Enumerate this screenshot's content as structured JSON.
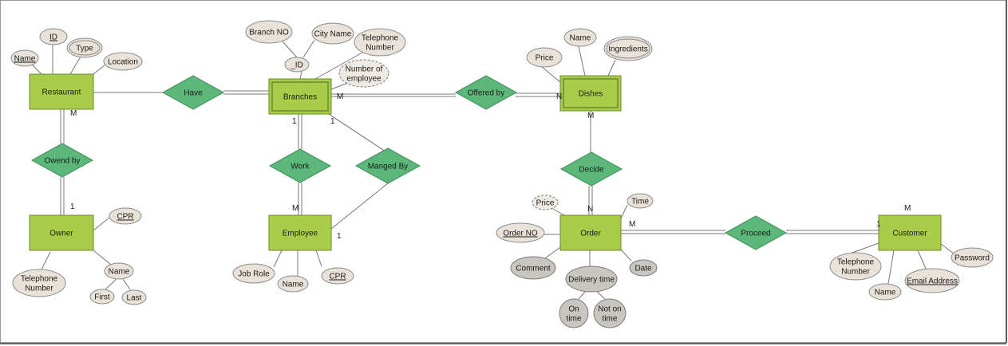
{
  "entities": [
    {
      "id": "restaurant",
      "label": "Restaurant",
      "weak": false
    },
    {
      "id": "branches",
      "label": "Branches",
      "weak": true
    },
    {
      "id": "dishes",
      "label": "Dishes",
      "weak": true
    },
    {
      "id": "owner",
      "label": "Owner",
      "weak": false
    },
    {
      "id": "employee",
      "label": "Employee",
      "weak": false
    },
    {
      "id": "order",
      "label": "Order",
      "weak": false
    },
    {
      "id": "customer",
      "label": "Customer",
      "weak": false
    }
  ],
  "relationships": [
    {
      "id": "have",
      "label": "Have"
    },
    {
      "id": "offered",
      "label": "Offered by"
    },
    {
      "id": "owned",
      "label": "Owend by"
    },
    {
      "id": "work",
      "label": "Work"
    },
    {
      "id": "manged",
      "label": "Manged By"
    },
    {
      "id": "decide",
      "label": "Decide"
    },
    {
      "id": "proceed",
      "label": "Proceed"
    }
  ],
  "attributes": [
    {
      "id": "r_name",
      "lines": [
        "Name"
      ],
      "key": true,
      "style": "normal",
      "multi": false
    },
    {
      "id": "r_id",
      "lines": [
        "ID"
      ],
      "key": true,
      "style": "normal",
      "multi": false
    },
    {
      "id": "r_type",
      "lines": [
        "Type"
      ],
      "key": false,
      "style": "normal",
      "multi": true
    },
    {
      "id": "r_location",
      "lines": [
        "Location"
      ],
      "key": false,
      "style": "normal",
      "multi": false
    },
    {
      "id": "b_branchno",
      "lines": [
        "Branch NO"
      ],
      "key": false,
      "style": "normal",
      "multi": false
    },
    {
      "id": "b_city",
      "lines": [
        "City Name"
      ],
      "key": false,
      "style": "normal",
      "multi": false
    },
    {
      "id": "b_tel",
      "lines": [
        "Telephone",
        "Number"
      ],
      "key": false,
      "style": "normal",
      "multi": false
    },
    {
      "id": "b_id",
      "lines": [
        "_ID"
      ],
      "key": false,
      "style": "normal",
      "multi": false
    },
    {
      "id": "b_numemp",
      "lines": [
        "Number of",
        "employee"
      ],
      "key": false,
      "style": "dashed",
      "multi": false
    },
    {
      "id": "d_price",
      "lines": [
        "Price"
      ],
      "key": false,
      "style": "normal",
      "multi": false
    },
    {
      "id": "d_name",
      "lines": [
        "Name"
      ],
      "key": false,
      "style": "normal",
      "multi": false
    },
    {
      "id": "d_ingr",
      "lines": [
        "Ingredients"
      ],
      "key": false,
      "style": "normal",
      "multi": true
    },
    {
      "id": "o_cpr",
      "lines": [
        "CPR"
      ],
      "key": true,
      "style": "normal",
      "multi": false
    },
    {
      "id": "o_tel",
      "lines": [
        "Telephone",
        "Number"
      ],
      "key": false,
      "style": "normal",
      "multi": false
    },
    {
      "id": "o_name",
      "lines": [
        "Name"
      ],
      "key": false,
      "style": "normal",
      "multi": false
    },
    {
      "id": "o_first",
      "lines": [
        "First"
      ],
      "key": false,
      "style": "normal",
      "multi": false
    },
    {
      "id": "o_last",
      "lines": [
        "Last"
      ],
      "key": false,
      "style": "normal",
      "multi": false
    },
    {
      "id": "e_jobrole",
      "lines": [
        "Job Role"
      ],
      "key": false,
      "style": "normal",
      "multi": false
    },
    {
      "id": "e_name",
      "lines": [
        "Name"
      ],
      "key": false,
      "style": "normal",
      "multi": false
    },
    {
      "id": "e_cpr",
      "lines": [
        "CPR"
      ],
      "key": true,
      "style": "normal",
      "multi": false
    },
    {
      "id": "or_price",
      "lines": [
        "Price"
      ],
      "key": false,
      "style": "dashed",
      "multi": false
    },
    {
      "id": "or_time",
      "lines": [
        "Time"
      ],
      "key": false,
      "style": "normal",
      "multi": false
    },
    {
      "id": "or_orderno",
      "lines": [
        "Order NO"
      ],
      "key": true,
      "style": "normal",
      "multi": false
    },
    {
      "id": "or_comment",
      "lines": [
        "Comment"
      ],
      "key": false,
      "style": "dark",
      "multi": false
    },
    {
      "id": "or_delivery",
      "lines": [
        "Delivery time"
      ],
      "key": false,
      "style": "dark",
      "multi": false
    },
    {
      "id": "or_date",
      "lines": [
        "Date"
      ],
      "key": false,
      "style": "dark",
      "multi": false
    },
    {
      "id": "or_ontime",
      "lines": [
        "On",
        "time"
      ],
      "key": false,
      "style": "dark",
      "multi": false
    },
    {
      "id": "or_notontime",
      "lines": [
        "Not on",
        "time"
      ],
      "key": false,
      "style": "dark",
      "multi": false
    },
    {
      "id": "c_tel",
      "lines": [
        "Telephone",
        "Number"
      ],
      "key": false,
      "style": "normal",
      "multi": false
    },
    {
      "id": "c_name",
      "lines": [
        "Name"
      ],
      "key": false,
      "style": "normal",
      "multi": false
    },
    {
      "id": "c_email",
      "lines": [
        "Email Address"
      ],
      "key": true,
      "style": "normal",
      "multi": false
    },
    {
      "id": "c_password",
      "lines": [
        "Password"
      ],
      "key": false,
      "style": "normal",
      "multi": false
    }
  ],
  "cardinalities": [
    {
      "id": "c1",
      "text": "M"
    },
    {
      "id": "c2",
      "text": "M"
    },
    {
      "id": "c3",
      "text": "N"
    },
    {
      "id": "c4",
      "text": "1"
    },
    {
      "id": "c5",
      "text": "1"
    },
    {
      "id": "c6",
      "text": "1"
    },
    {
      "id": "c7",
      "text": "M"
    },
    {
      "id": "c8",
      "text": "1"
    },
    {
      "id": "c9",
      "text": "M"
    },
    {
      "id": "c10",
      "text": "N"
    },
    {
      "id": "c11",
      "text": "M"
    },
    {
      "id": "c12",
      "text": "1"
    },
    {
      "id": "c13",
      "text": "M"
    }
  ]
}
